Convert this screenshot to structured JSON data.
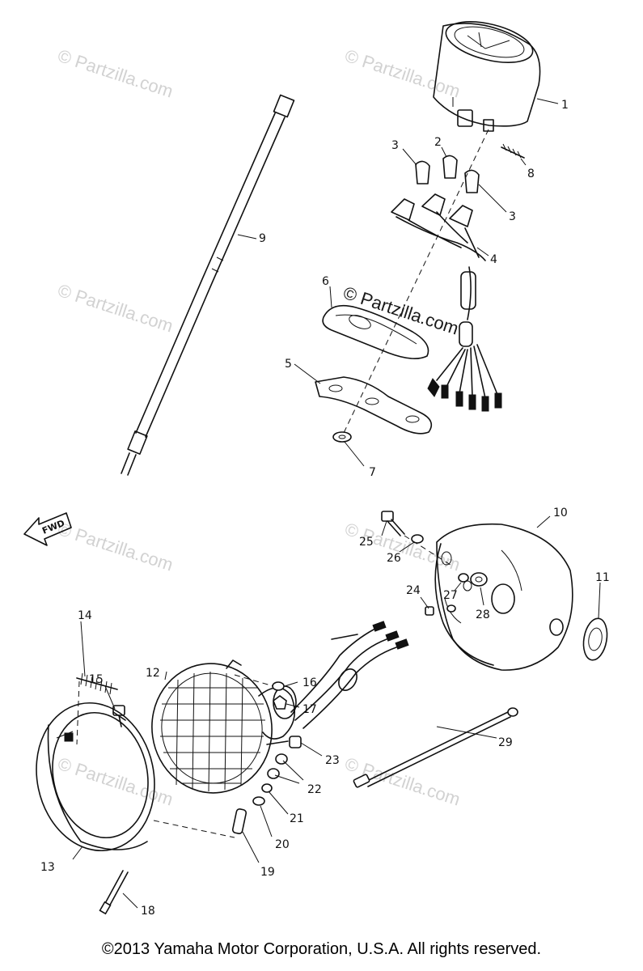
{
  "watermark": {
    "text": "© Partzilla.com",
    "center_text": "© Partzilla.com"
  },
  "callouts": {
    "c1": "1",
    "c2": "2",
    "c3a": "3",
    "c3b": "3",
    "c4": "4",
    "c5": "5",
    "c6": "6",
    "c7": "7",
    "c8": "8",
    "c9": "9",
    "c10": "10",
    "c11": "11",
    "c12": "12",
    "c13": "13",
    "c14": "14",
    "c15": "15",
    "c16": "16",
    "c17": "17",
    "c18": "18",
    "c19": "19",
    "c20": "20",
    "c21": "21",
    "c22": "22",
    "c23": "23",
    "c24": "24",
    "c25": "25",
    "c26": "26",
    "c27": "27",
    "c28": "28",
    "c29": "29"
  },
  "fwd_label": "FWD",
  "copyright": "©2013 Yamaha Motor Corporation, U.S.A. All rights reserved."
}
